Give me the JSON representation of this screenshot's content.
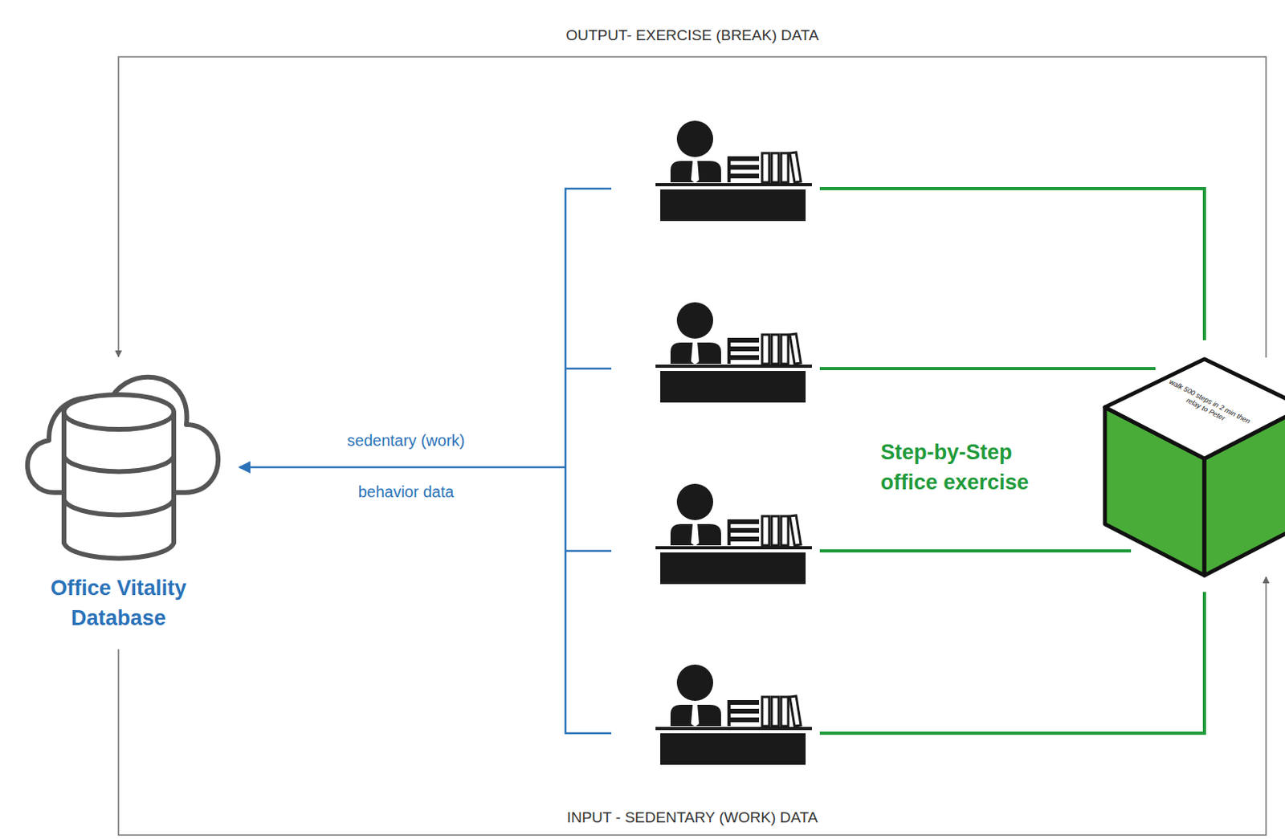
{
  "diagram": {
    "nodes": [
      {
        "text": [
          "Office Vitality Database"
        ]
      },
      {
        "text": [
          "walk 500 steps in 2 min then relay to Peter"
        ]
      }
    ],
    "edges": [
      {
        "from": 1,
        "to": 0,
        "arrow": "to",
        "label": "OUTPUT- EXERCISE (BREAK) DATA"
      },
      {
        "from": 0,
        "to": 1,
        "arrow": "to",
        "label": "INPUT - SEDENTARY (WORK) DATA"
      }
    ],
    "labels": [
      "sedentary (work)",
      "behavior data",
      "Step-by-Step office exercise"
    ]
  }
}
